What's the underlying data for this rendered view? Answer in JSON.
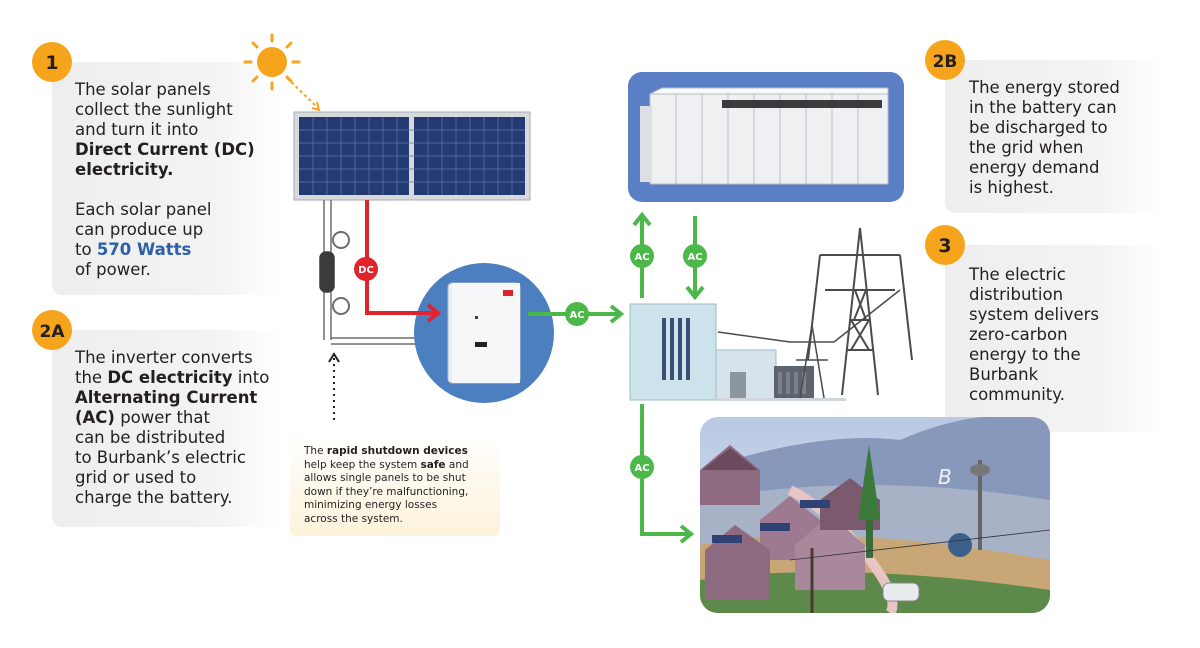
{
  "steps": {
    "s1": {
      "badge": "1",
      "line1": "The solar panels",
      "line2": "collect the sunlight",
      "line3": "and turn it into",
      "bold1": "Direct Current (DC)",
      "bold2": "electricity.",
      "line4": "Each solar panel",
      "line5": "can produce up",
      "line6_pre": "to ",
      "line6_highlight": "570 Watts",
      "line7": "of power."
    },
    "s2a": {
      "badge": "2A",
      "line1": "The inverter converts",
      "line2_pre": "the ",
      "line2_bold": "DC electricity",
      "line2_post": " into",
      "bold1": "Alternating Current",
      "line3_bold": "(AC)",
      "line3_post": " power that",
      "line4": "can be distributed",
      "line5": "to Burbank’s electric",
      "line6": "grid or used to",
      "line7": "charge the battery."
    },
    "s2b": {
      "badge": "2B",
      "line1": "The energy stored",
      "line2": "in the battery can",
      "line3": "be discharged to",
      "line4": "the grid when",
      "line5": "energy demand",
      "line6": "is highest."
    },
    "s3": {
      "badge": "3",
      "line1": "The electric",
      "line2": "distribution",
      "line3": "system delivers",
      "line4": "zero-carbon",
      "line5": "energy to the",
      "line6": "Burbank",
      "line7": "community."
    }
  },
  "note": {
    "pre": "The ",
    "bold1": "rapid shutdown devices",
    "line2_pre": "help keep the system ",
    "bold2": "safe",
    "line2_post": " and",
    "line3": "allows single panels to be shut",
    "line4": "down if they’re malfunctioning,",
    "line5": "minimizing energy losses",
    "line6": "across the system."
  },
  "labels": {
    "dc": "DC",
    "ac": "AC",
    "hillside_letter": "B"
  },
  "colors": {
    "badge": "#f5a41c",
    "dc_line": "#e1242b",
    "ac_line": "#4cb84a",
    "highlight_blue": "#2d5fa8",
    "battery_bg": "#5b7fc4",
    "inverter_bg": "#4b7fc0"
  }
}
